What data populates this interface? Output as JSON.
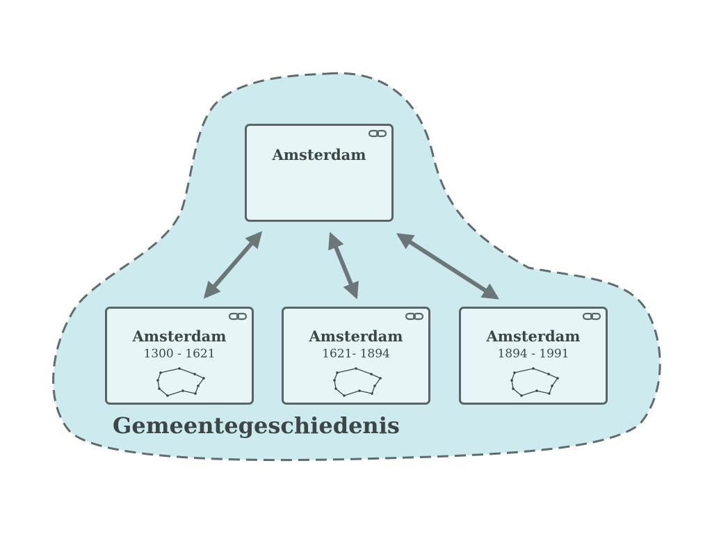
{
  "group": {
    "label": "Gemeentegeschiedenis",
    "fill_color": "#cdeaee",
    "border_color": "#5f6b6d"
  },
  "nodes": {
    "top": {
      "title": "Amsterdam",
      "icon": "link-icon"
    },
    "bottom": [
      {
        "title": "Amsterdam",
        "period": "1300 - 1621",
        "icon": "link-icon",
        "shape_icon": "city-outline-icon"
      },
      {
        "title": "Amsterdam",
        "period": "1621- 1894",
        "icon": "link-icon",
        "shape_icon": "city-outline-icon"
      },
      {
        "title": "Amsterdam",
        "period": "1894 - 1991",
        "icon": "link-icon",
        "shape_icon": "city-outline-icon"
      }
    ]
  },
  "colors": {
    "node_fill": "#e8f5f7",
    "node_border": "#5a6466",
    "arrow": "#6b7678",
    "text": "#3d4647"
  }
}
